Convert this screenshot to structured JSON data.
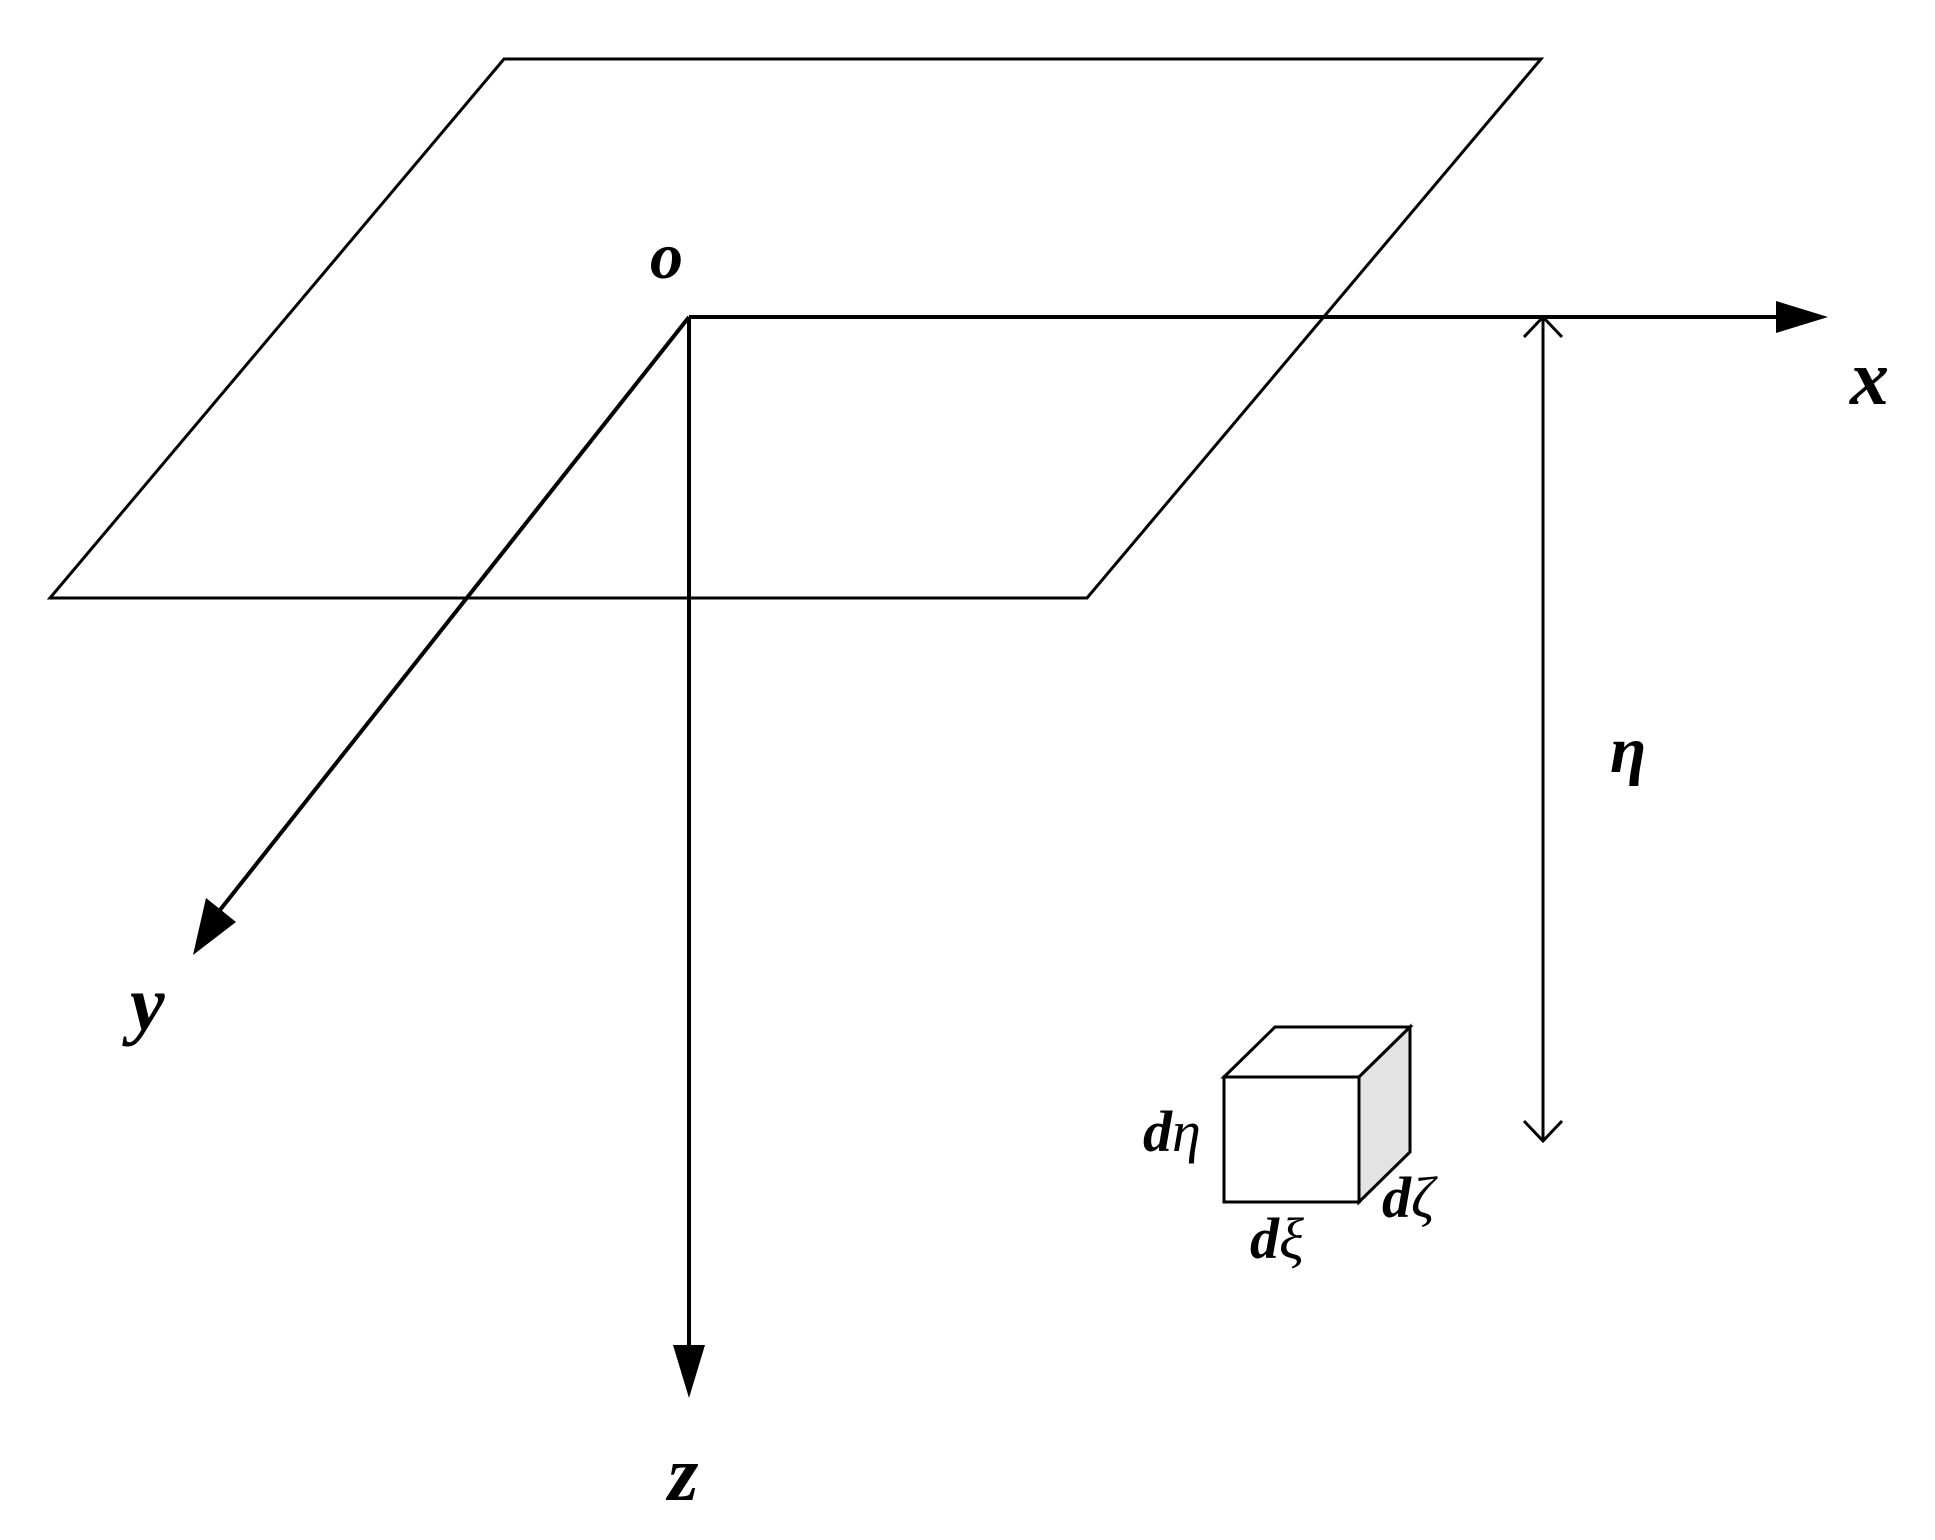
{
  "diagram": {
    "origin_label": "o",
    "axes": {
      "x": "x",
      "y": "y",
      "z": "z"
    },
    "depth_label": "η",
    "element": {
      "height_label": {
        "d": "d",
        "var": "η"
      },
      "width_label": {
        "d": "d",
        "var": "ξ"
      },
      "depth_label": {
        "d": "d",
        "var": "ζ"
      },
      "side_face_color": "#e3e3e3"
    },
    "line_color": "#000000"
  }
}
